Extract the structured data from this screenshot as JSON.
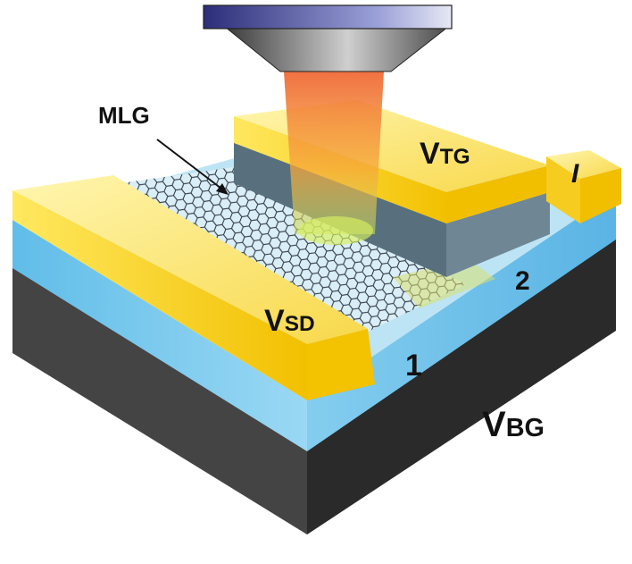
{
  "labels": {
    "mlg": "MLG",
    "vtg_main": "V",
    "vtg_sub": "TG",
    "vsd_main": "V",
    "vsd_sub": "SD",
    "vbg_main": "V",
    "vbg_sub": "BG",
    "region_1": "1",
    "region_2": "2",
    "current": "I"
  },
  "colors": {
    "gold": "#f5c400",
    "gold_light": "#fff4a8",
    "substrate_blue": "#7fcbee",
    "substrate_dark": "#3d3d3d",
    "gate_dielectric": "#5c6f7a",
    "laser": "#f07a30",
    "graphene_line": "#2d3440"
  }
}
